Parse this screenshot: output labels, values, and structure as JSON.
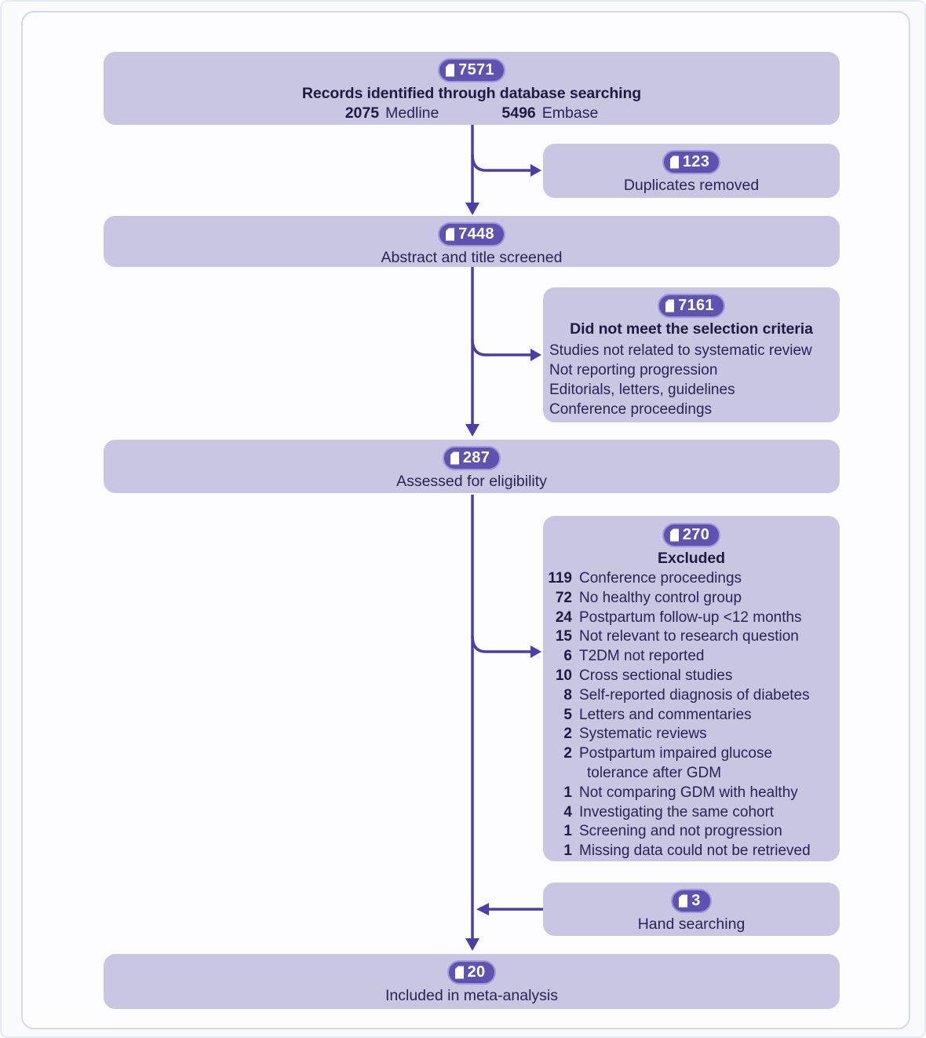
{
  "flowchart": {
    "colors": {
      "box_fill": "#c8c6e2",
      "badge_fill": "#5e53b0",
      "badge_border": "#a099d8",
      "arrow": "#4b3fa5",
      "ink": "#201a40",
      "ink_soft": "#2b2453"
    },
    "boxes": {
      "records": {
        "badge": "7571",
        "title": "Records identified through database searching",
        "sources": [
          {
            "count": "2075",
            "label": "Medline"
          },
          {
            "count": "5496",
            "label": "Embase"
          }
        ]
      },
      "duplicates": {
        "badge": "123",
        "title": "Duplicates removed"
      },
      "screened": {
        "badge": "7448",
        "title": "Abstract and title screened"
      },
      "criteria": {
        "badge": "7161",
        "title": "Did not meet the selection criteria",
        "items": [
          "Studies not related to systematic review",
          "Not reporting progression",
          "Editorials, letters, guidelines",
          "Conference proceedings"
        ]
      },
      "assessed": {
        "badge": "287",
        "title": "Assessed for eligibility"
      },
      "excluded": {
        "badge": "270",
        "title": "Excluded",
        "items": [
          {
            "count": "119",
            "label": "Conference proceedings"
          },
          {
            "count": "72",
            "label": "No healthy control group"
          },
          {
            "count": "24",
            "label": "Postpartum follow-up <12 months"
          },
          {
            "count": "15",
            "label": "Not relevant to research question"
          },
          {
            "count": "6",
            "label": "T2DM not reported"
          },
          {
            "count": "10",
            "label": "Cross sectional studies"
          },
          {
            "count": "8",
            "label": "Self-reported diagnosis of diabetes"
          },
          {
            "count": "5",
            "label": "Letters and commentaries"
          },
          {
            "count": "2",
            "label": "Systematic reviews"
          },
          {
            "count": "2",
            "label": "Postpartum impaired glucose"
          },
          {
            "count": "",
            "label": "tolerance after GDM"
          },
          {
            "count": "1",
            "label": "Not comparing GDM with healthy"
          },
          {
            "count": "4",
            "label": "Investigating the same cohort"
          },
          {
            "count": "1",
            "label": "Screening and not progression"
          },
          {
            "count": "1",
            "label": "Missing data could not be retrieved"
          }
        ]
      },
      "hand": {
        "badge": "3",
        "title": "Hand searching"
      },
      "included": {
        "badge": "20",
        "title": "Included in meta-analysis"
      }
    }
  }
}
